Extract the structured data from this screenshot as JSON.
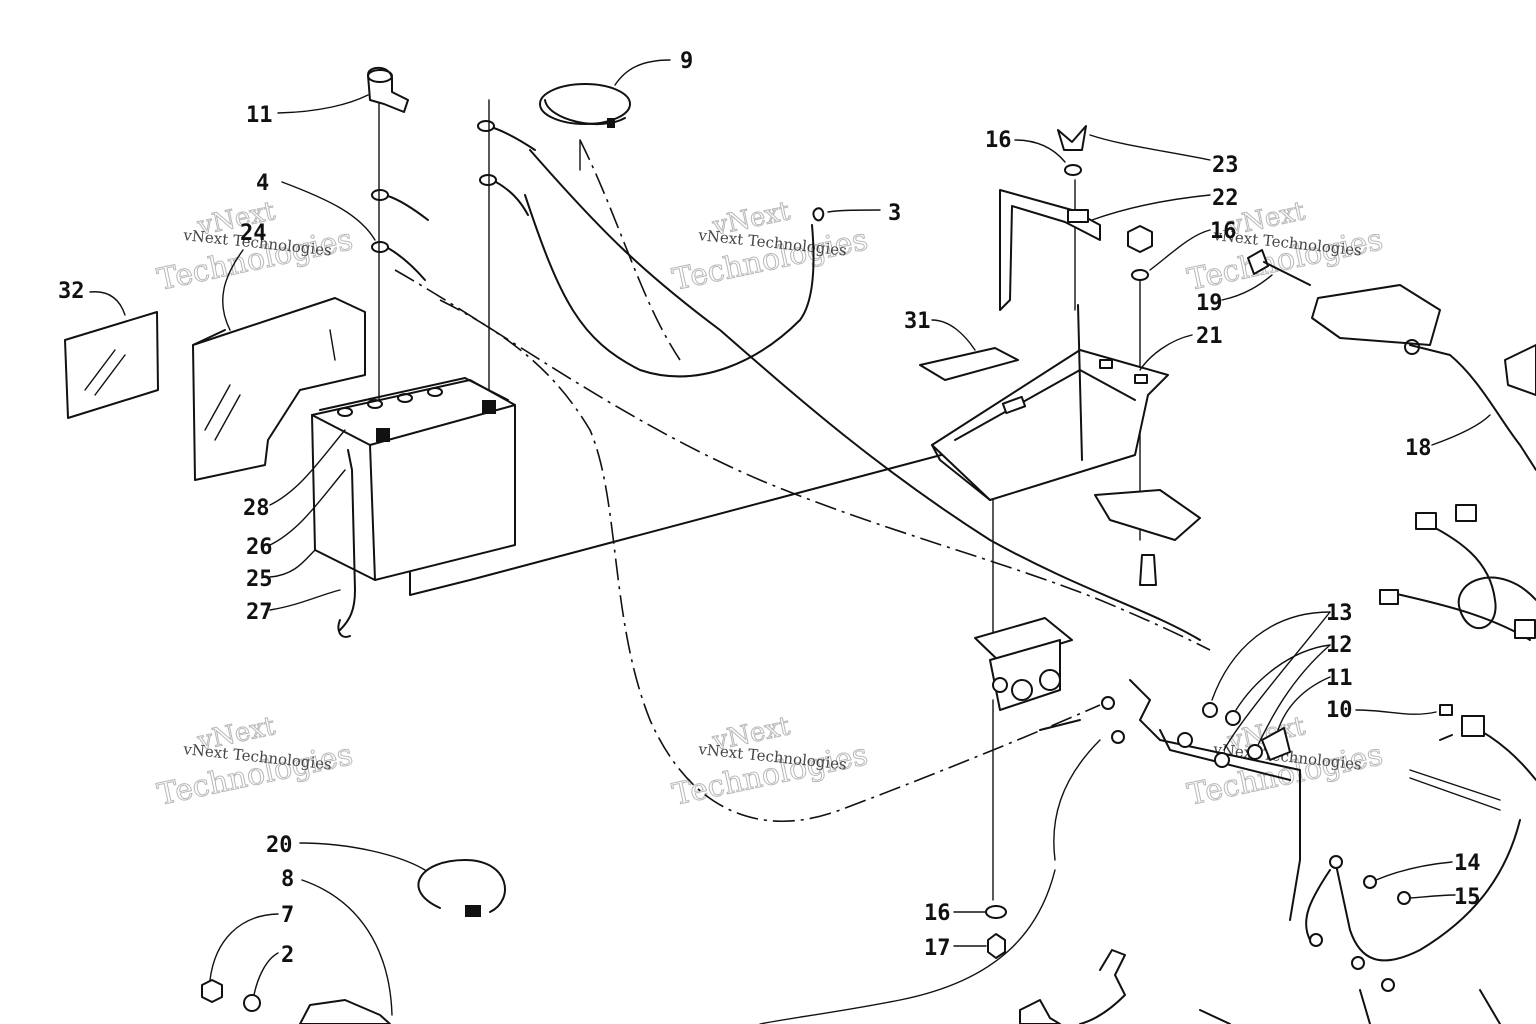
{
  "callouts": [
    {
      "id": "c9",
      "text": "9"
    },
    {
      "id": "c11a",
      "text": "11"
    },
    {
      "id": "c4",
      "text": "4"
    },
    {
      "id": "c24",
      "text": "24"
    },
    {
      "id": "c32",
      "text": "32"
    },
    {
      "id": "c3",
      "text": "3"
    },
    {
      "id": "c16a",
      "text": "16"
    },
    {
      "id": "c23",
      "text": "23"
    },
    {
      "id": "c22",
      "text": "22"
    },
    {
      "id": "c16b",
      "text": "16"
    },
    {
      "id": "c19",
      "text": "19"
    },
    {
      "id": "c31",
      "text": "31"
    },
    {
      "id": "c21",
      "text": "21"
    },
    {
      "id": "c18",
      "text": "18"
    },
    {
      "id": "c28",
      "text": "28"
    },
    {
      "id": "c26",
      "text": "26"
    },
    {
      "id": "c25",
      "text": "25"
    },
    {
      "id": "c27",
      "text": "27"
    },
    {
      "id": "c13",
      "text": "13"
    },
    {
      "id": "c12",
      "text": "12"
    },
    {
      "id": "c11b",
      "text": "11"
    },
    {
      "id": "c10",
      "text": "10"
    },
    {
      "id": "c14",
      "text": "14"
    },
    {
      "id": "c15",
      "text": "15"
    },
    {
      "id": "c20",
      "text": "20"
    },
    {
      "id": "c8",
      "text": "8"
    },
    {
      "id": "c7",
      "text": "7"
    },
    {
      "id": "c2",
      "text": "2"
    },
    {
      "id": "c16c",
      "text": "16"
    },
    {
      "id": "c17",
      "text": "17"
    }
  ],
  "watermark": {
    "line1": "vNext",
    "line2": "Technologies",
    "small": "vNext Technologies"
  }
}
